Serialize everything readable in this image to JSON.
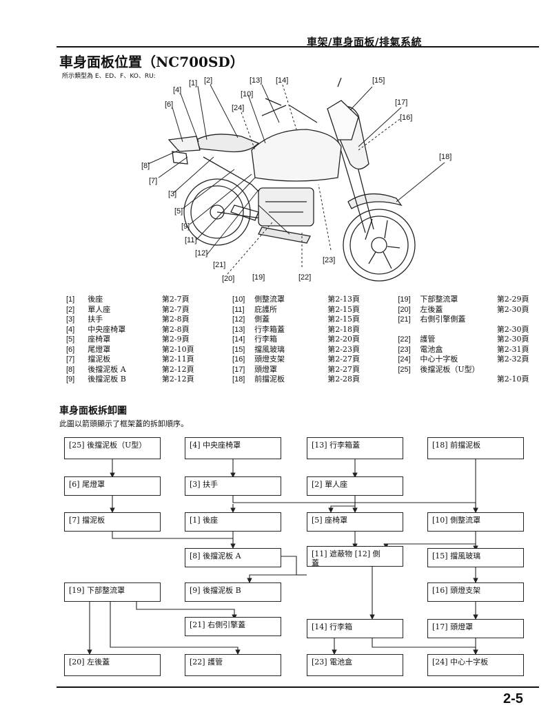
{
  "header": {
    "section_title": "車架/車身面板/排氣系統"
  },
  "page_title": "車身面板位置（NC700SD）",
  "applicable_note": "所示類型為 E、ED、F、KO、RU:",
  "diagram": {
    "callouts": [
      "[1]",
      "[2]",
      "[3]",
      "[4]",
      "[5]",
      "[6]",
      "[7]",
      "[8]",
      "[9]",
      "[10]",
      "[11]",
      "[12]",
      "[13]",
      "[14]",
      "[15]",
      "[16]",
      "[17]",
      "[18]",
      "[19]",
      "[20]",
      "[21]",
      "[22]",
      "[23]",
      "[24]"
    ]
  },
  "legend": [
    [
      {
        "num": "[1]",
        "name": "後座",
        "page": "第2-7頁"
      },
      {
        "num": "[10]",
        "name": "側整流罩",
        "page": "第2-13頁"
      },
      {
        "num": "[19]",
        "name": "下部整流罩",
        "page": "第2-29頁"
      }
    ],
    [
      {
        "num": "[2]",
        "name": "單人座",
        "page": "第2-7頁"
      },
      {
        "num": "[11]",
        "name": "庇護所",
        "page": "第2-15頁"
      },
      {
        "num": "[20]",
        "name": "左後蓋",
        "page": "第2-30頁"
      }
    ],
    [
      {
        "num": "[3]",
        "name": "扶手",
        "page": "第2-8頁"
      },
      {
        "num": "[12]",
        "name": "側蓋",
        "page": "第2-15頁"
      },
      {
        "num": "[21]",
        "name": "右側引擎側蓋",
        "page": ""
      }
    ],
    [
      {
        "num": "[4]",
        "name": "中央座椅罩",
        "page": "第2-8頁"
      },
      {
        "num": "[13]",
        "name": "行李箱蓋",
        "page": "第2-18頁"
      },
      {
        "num": "",
        "name": "",
        "page": "第2-30頁"
      }
    ],
    [
      {
        "num": "[5]",
        "name": "座椅罩",
        "page": "第2-9頁"
      },
      {
        "num": "[14]",
        "name": "行李箱",
        "page": "第2-20頁"
      },
      {
        "num": "[22]",
        "name": "護管",
        "page": "第2-30頁"
      }
    ],
    [
      {
        "num": "[6]",
        "name": "尾燈罩",
        "page": "第2-10頁"
      },
      {
        "num": "[15]",
        "name": "擋風玻璃",
        "page": "第2-23頁"
      },
      {
        "num": "[23]",
        "name": "電池盒",
        "page": "第2-31頁"
      }
    ],
    [
      {
        "num": "[7]",
        "name": "擋泥板",
        "page": "第2-11頁"
      },
      {
        "num": "[16]",
        "name": "頭燈支架",
        "page": "第2-27頁"
      },
      {
        "num": "[24]",
        "name": "中心十字板",
        "page": "第2-32頁"
      }
    ],
    [
      {
        "num": "[8]",
        "name": "後擋泥板 A",
        "page": "第2-12頁"
      },
      {
        "num": "[17]",
        "name": "頭燈罩",
        "page": "第2-27頁"
      },
      {
        "num": "[25]",
        "name": "後擋泥板（U型）",
        "page": ""
      }
    ],
    [
      {
        "num": "[9]",
        "name": "後擋泥板 B",
        "page": "第2-12頁"
      },
      {
        "num": "[18]",
        "name": "前擋泥板",
        "page": "第2-28頁"
      },
      {
        "num": "",
        "name": "",
        "page": "第2-10頁"
      }
    ]
  ],
  "flow_section_title": "車身面板拆卸圖",
  "flow_description": "此圖以箭頭顯示了框架蓋的拆卸順序。",
  "flow_boxes": {
    "b25": "[25] 後擋泥板（U型）",
    "b4": "[4] 中央座椅罩",
    "b13": "[13] 行李箱蓋",
    "b18": "[18] 前擋泥板",
    "b6": "[6] 尾燈罩",
    "b3": "[3] 扶手",
    "b2": "[2] 單人座",
    "b7": "[7] 擋泥板",
    "b1": "[1] 後座",
    "b5": "[5] 座椅罩",
    "b10": "[10] 側整流罩",
    "b8": "[8] 後擋泥板 A",
    "b11": "[11] 遮蔽物 [12] 側蓋",
    "b15": "[15] 擋風玻璃",
    "b19": "[19] 下部整流罩",
    "b9": "[9] 後擋泥板 B",
    "b16": "[16] 頭燈支架",
    "b21": "[21] 右側引擎蓋",
    "b14": "[14] 行李箱",
    "b17": "[17] 頭燈罩",
    "b20": "[20] 左後蓋",
    "b22": "[22] 護管",
    "b23": "[23] 電池盒",
    "b24": "[24] 中心十字板"
  },
  "page_number": "2-5"
}
